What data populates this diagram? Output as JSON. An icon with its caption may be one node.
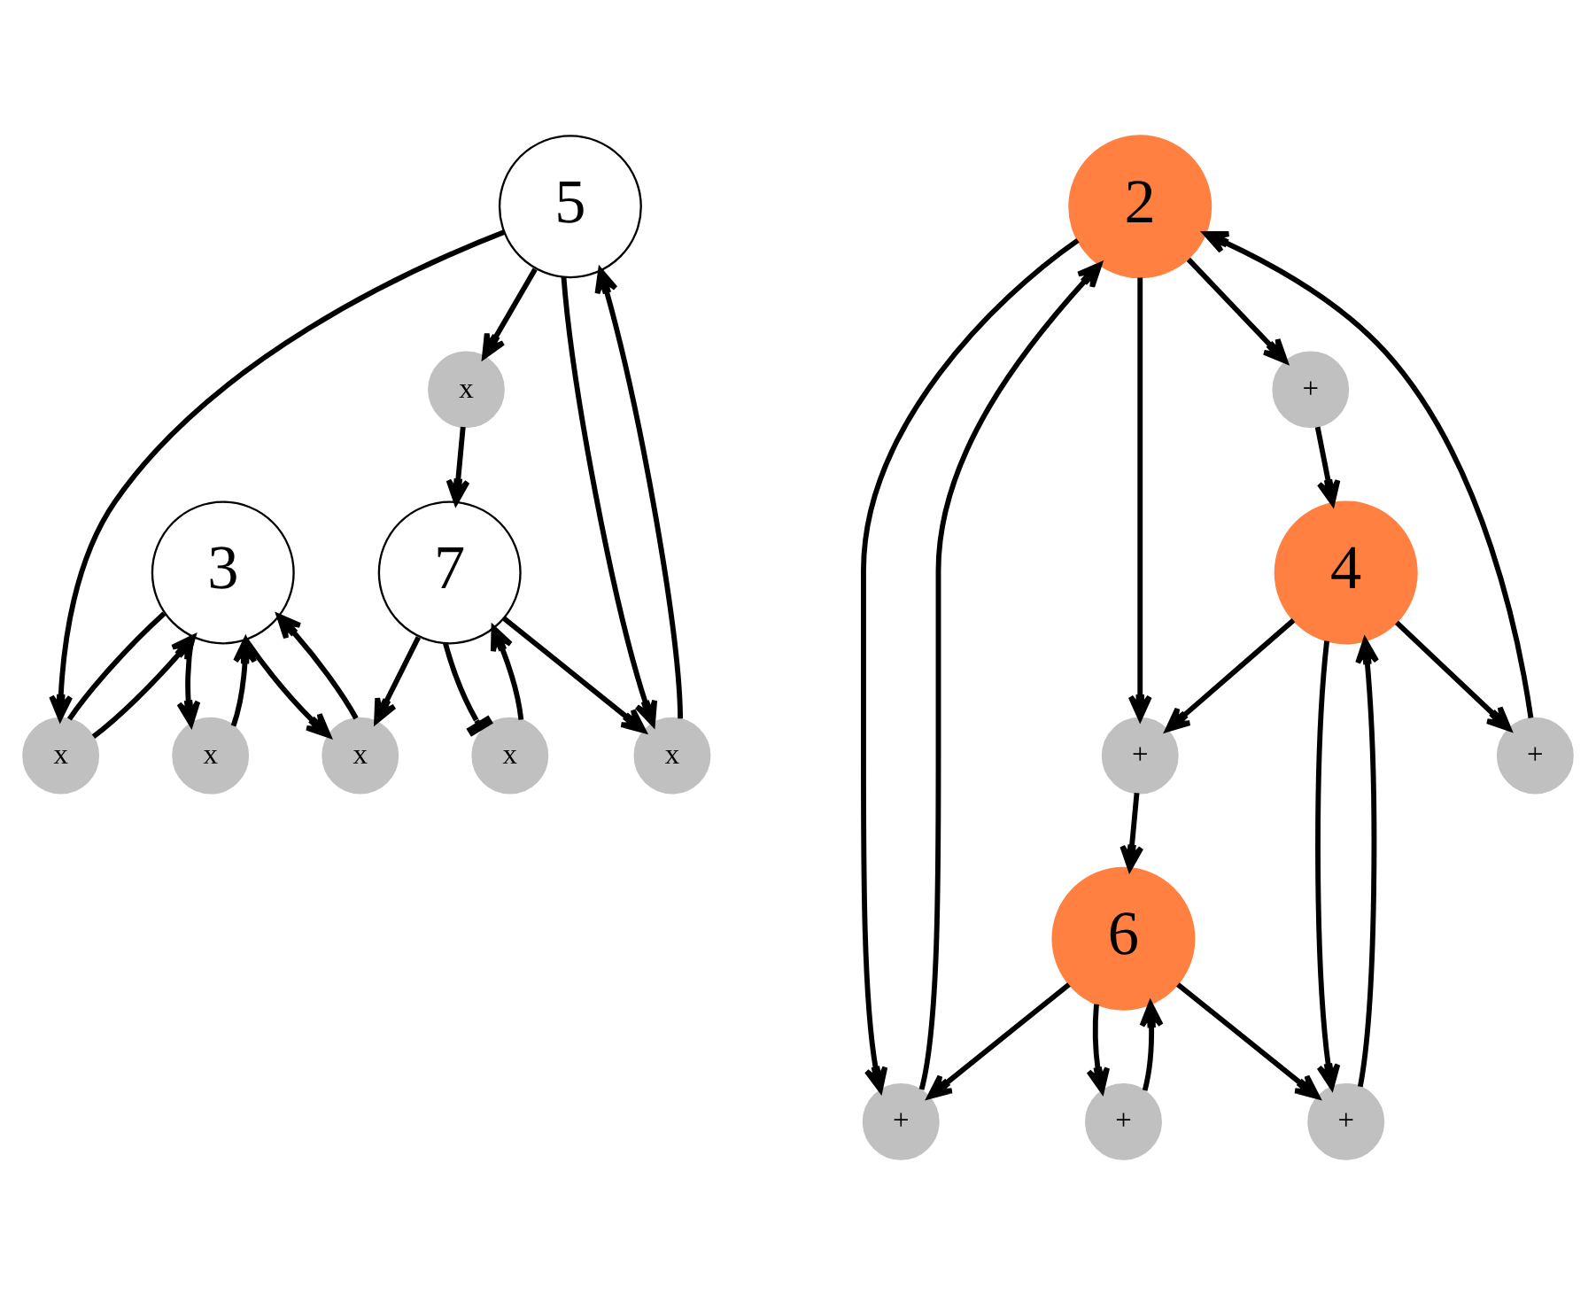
{
  "diagram": {
    "nodes": [
      {
        "text": [
          "3"
        ]
      },
      {
        "text": [
          "x"
        ]
      },
      {
        "text": [
          "x"
        ]
      },
      {
        "text": [
          "x"
        ]
      },
      {
        "text": [
          "5"
        ]
      },
      {
        "text": [
          "x"
        ]
      },
      {
        "text": [
          "x"
        ]
      },
      {
        "text": [
          "7"
        ]
      },
      {
        "text": [
          "x"
        ]
      },
      {
        "text": [
          "2"
        ]
      },
      {
        "text": [
          "+"
        ]
      },
      {
        "text": [
          "+"
        ]
      },
      {
        "text": [
          "+"
        ]
      },
      {
        "text": [
          "4"
        ]
      },
      {
        "text": [
          "+"
        ]
      },
      {
        "text": [
          "+"
        ]
      },
      {
        "text": [
          "+"
        ]
      },
      {
        "text": [
          "6"
        ]
      }
    ],
    "edges": [
      {
        "from": 0,
        "to": 1,
        "arrow": "to"
      },
      {
        "from": 1,
        "to": 0,
        "arrow": "to"
      },
      {
        "from": 0,
        "to": 2,
        "arrow": "none"
      },
      {
        "from": 2,
        "to": 0,
        "arrow": "to"
      },
      {
        "from": 0,
        "to": 3,
        "arrow": "to"
      },
      {
        "from": 3,
        "to": 0,
        "arrow": "to"
      },
      {
        "from": 4,
        "to": 2,
        "arrow": "to"
      },
      {
        "from": 4,
        "to": 5,
        "arrow": "to"
      },
      {
        "from": 4,
        "to": 6,
        "arrow": "to"
      },
      {
        "from": 6,
        "to": 4,
        "arrow": "to"
      },
      {
        "from": 5,
        "to": 7,
        "arrow": "to"
      },
      {
        "from": 7,
        "to": 6,
        "arrow": "to"
      },
      {
        "from": 7,
        "to": 3,
        "arrow": "to"
      },
      {
        "from": 7,
        "to": 8,
        "arrow": "other"
      },
      {
        "from": 8,
        "to": 7,
        "arrow": "to"
      },
      {
        "from": 10,
        "to": 9,
        "arrow": "to"
      },
      {
        "from": 9,
        "to": 10,
        "arrow": "to"
      },
      {
        "from": 11,
        "to": 9,
        "arrow": "to"
      },
      {
        "from": 9,
        "to": 12,
        "arrow": "to"
      },
      {
        "from": 9,
        "to": 14,
        "arrow": "to"
      },
      {
        "from": 12,
        "to": 13,
        "arrow": "to"
      },
      {
        "from": 13,
        "to": 11,
        "arrow": "to"
      },
      {
        "from": 13,
        "to": 14,
        "arrow": "to"
      },
      {
        "from": 13,
        "to": 15,
        "arrow": "to"
      },
      {
        "from": 15,
        "to": 13,
        "arrow": "to"
      },
      {
        "from": 17,
        "to": 15,
        "arrow": "to"
      },
      {
        "from": 17,
        "to": 16,
        "arrow": "to"
      },
      {
        "from": 16,
        "to": 17,
        "arrow": "to"
      },
      {
        "from": 14,
        "to": 17,
        "arrow": "to"
      },
      {
        "from": 17,
        "to": 10,
        "arrow": "to"
      }
    ]
  }
}
